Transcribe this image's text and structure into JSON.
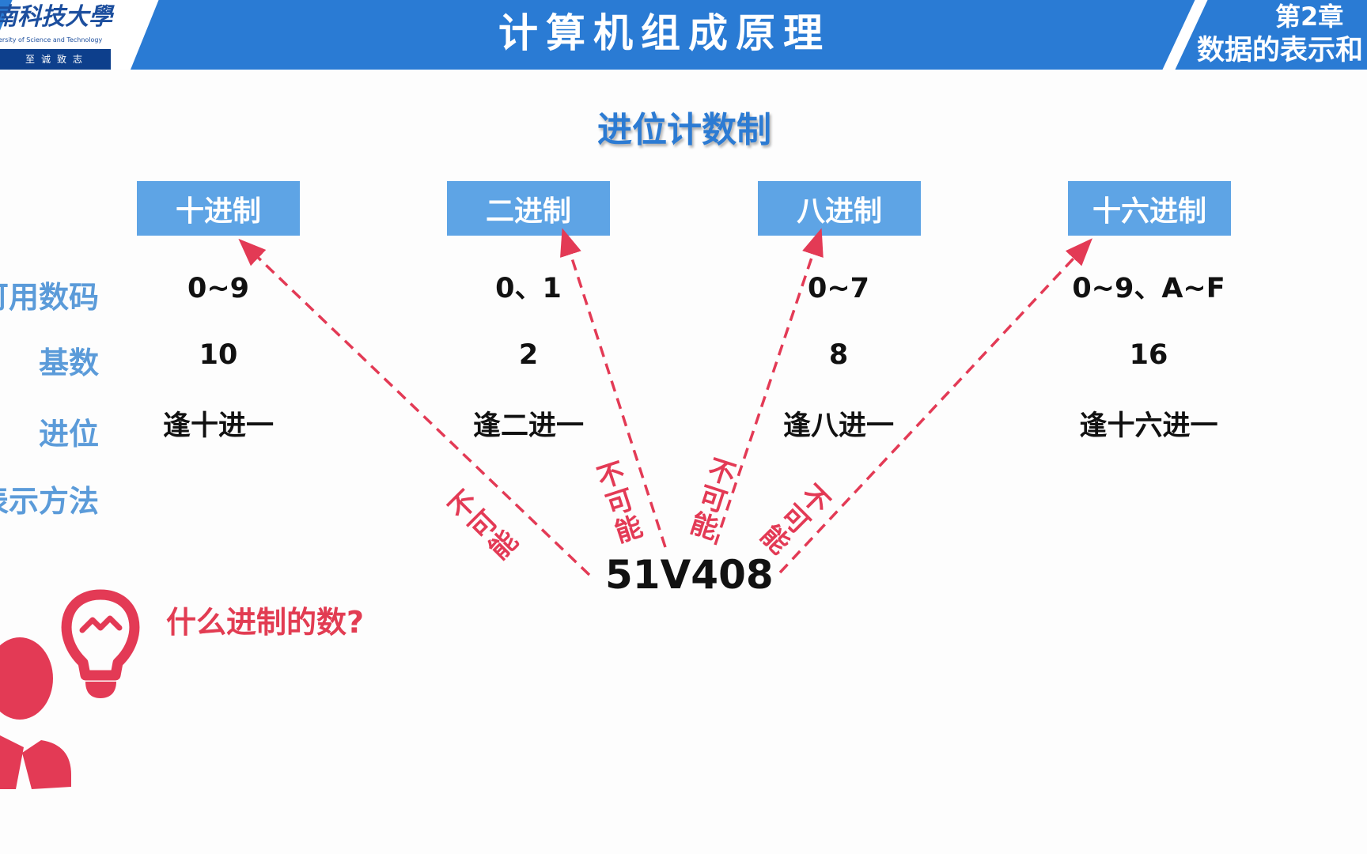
{
  "header": {
    "logo_text": "南科技大學",
    "logo_en": "ersity of Science and Technology",
    "logo_motto": "至诚致志",
    "title": "计算机组成原理",
    "chapter": "第2章",
    "chapter_sub": "数据的表示和"
  },
  "subtitle": "进位计数制",
  "row_labels": [
    "可用数码",
    "基数",
    "进位",
    "表示方法"
  ],
  "columns": [
    {
      "name": "十进制",
      "digits": "0~9",
      "base": "10",
      "carry": "逢十进一"
    },
    {
      "name": "二进制",
      "digits": "0、1",
      "base": "2",
      "carry": "逢二进一"
    },
    {
      "name": "八进制",
      "digits": "0~7",
      "base": "8",
      "carry": "逢八进一"
    },
    {
      "name": "十六进制",
      "digits": "0~9、A~F",
      "base": "16",
      "carry": "逢十六进一"
    }
  ],
  "impossible_label": "不可能",
  "number": "51V408",
  "question": "什么进制的数?",
  "colors": {
    "header": "#2a7bd4",
    "box": "#5ea4e5",
    "accent_red": "#e33a55",
    "label_blue": "#5b9bd9"
  }
}
